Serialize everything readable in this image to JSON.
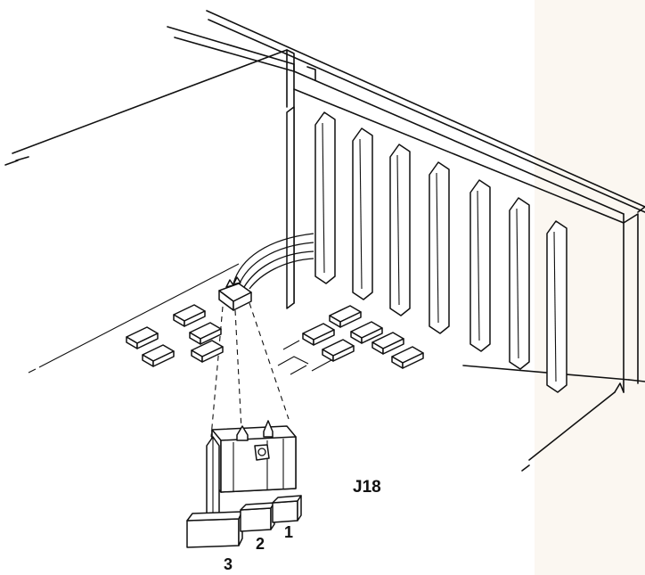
{
  "diagram": {
    "connector_label": "J18",
    "pin_labels": [
      "1",
      "2",
      "3"
    ]
  }
}
